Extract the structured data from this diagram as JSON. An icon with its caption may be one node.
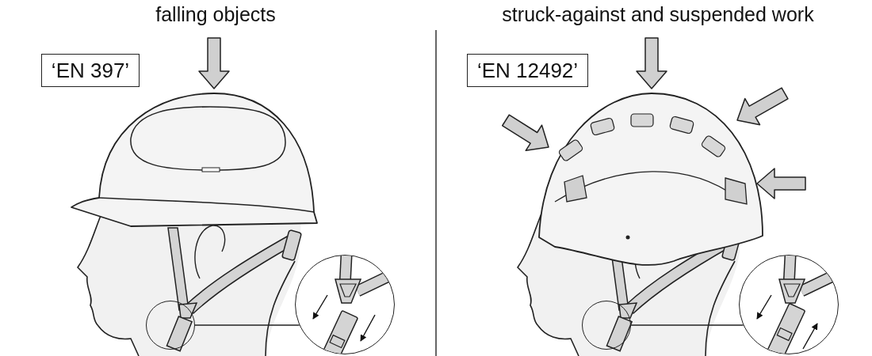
{
  "diagram": {
    "nodes": [
      {
        "text": [
          "‘EN 397’"
        ]
      },
      {
        "text": [
          "‘EN 12492’"
        ]
      },
      {
        "text": [],
        "shape": "circle"
      },
      {
        "text": [],
        "shape": "picture"
      },
      {
        "text": [],
        "shape": "circle"
      },
      {
        "text": [],
        "shape": "picture"
      }
    ],
    "edges": [
      {
        "from": 2,
        "to": 3,
        "arrow": "none"
      },
      {
        "from": 4,
        "to": 5,
        "arrow": "none"
      }
    ],
    "labels": [
      "falling objects",
      "struck-against and suspended work"
    ]
  }
}
